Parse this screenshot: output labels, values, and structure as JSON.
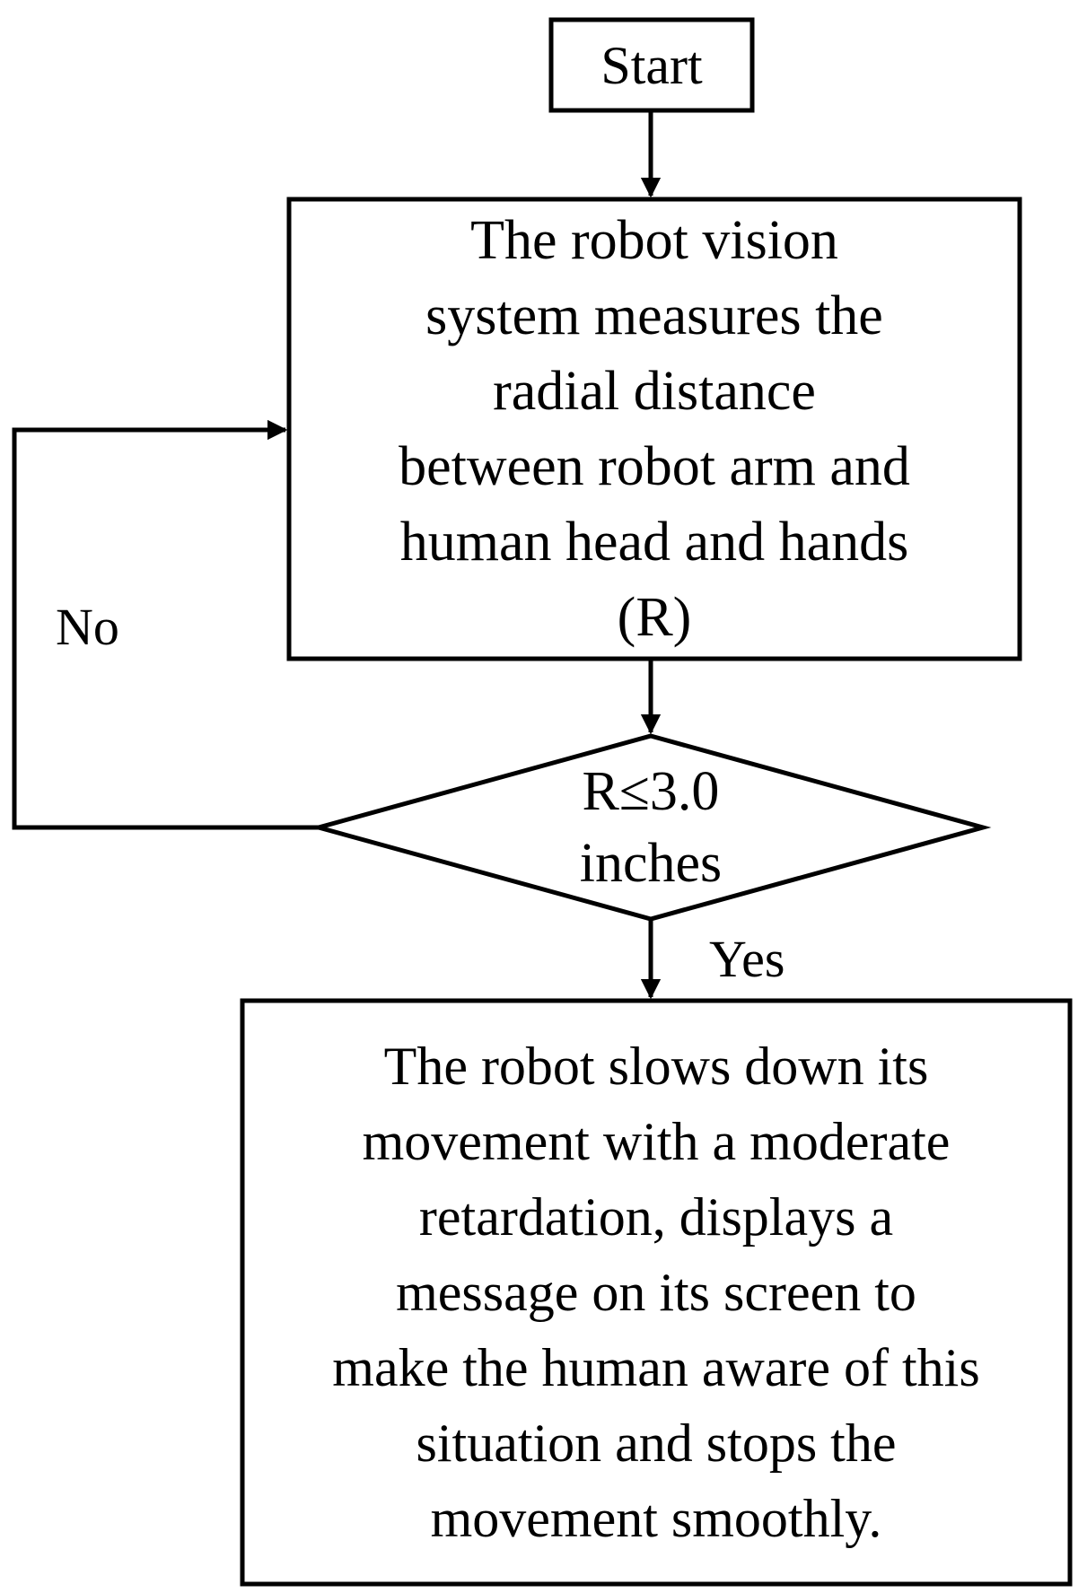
{
  "nodes": {
    "start": {
      "lines": [
        "Start"
      ]
    },
    "measure": {
      "lines": [
        "The robot vision",
        "system measures the",
        "radial  distance",
        "between robot arm and",
        "human head  and hands",
        "(R)"
      ]
    },
    "decision": {
      "lines": [
        "R≤3.0",
        "inches"
      ]
    },
    "action": {
      "lines": [
        "The robot slows down its",
        "movement  with  a moderate",
        "retardation, displays a",
        "message on its screen to",
        "make the human aware of this",
        "situation  and stops the",
        "movement  smoothly."
      ]
    }
  },
  "edges": {
    "no_label": "No",
    "yes_label": "Yes"
  }
}
